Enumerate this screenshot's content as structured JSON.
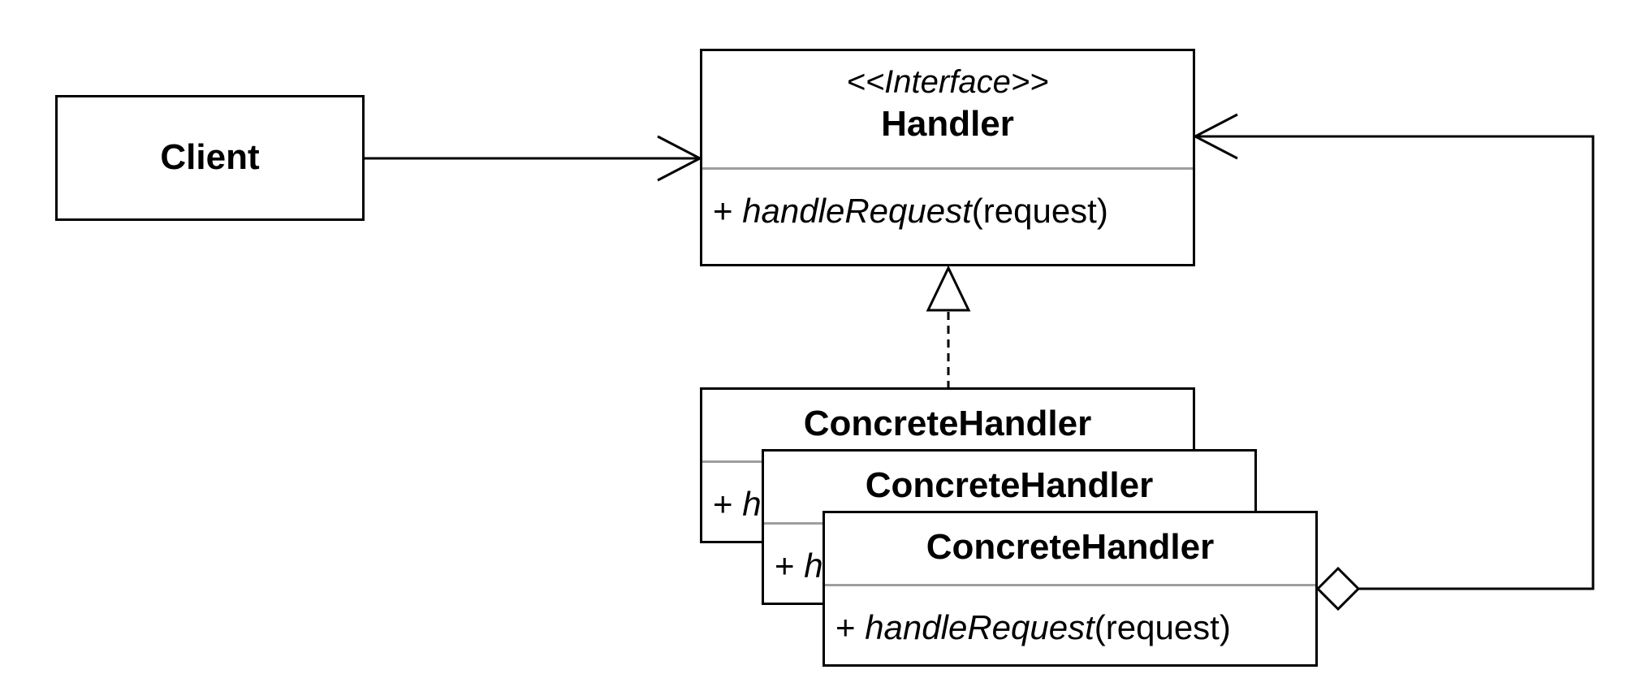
{
  "client": {
    "name": "Client"
  },
  "handler": {
    "stereotype": "<<Interface>>",
    "name": "Handler",
    "method": {
      "visibility": "+ ",
      "name": "handleRequest",
      "params": "(request)"
    }
  },
  "concrete_handlers": [
    {
      "name": "ConcreteHandler",
      "method": {
        "visibility": "+ ",
        "name": "h"
      }
    },
    {
      "name": "ConcreteHandler",
      "method": {
        "visibility": "+ ",
        "name": "h"
      }
    },
    {
      "name": "ConcreteHandler",
      "method": {
        "visibility": "+ ",
        "name": "handleRequest",
        "params": "(request)"
      }
    }
  ]
}
